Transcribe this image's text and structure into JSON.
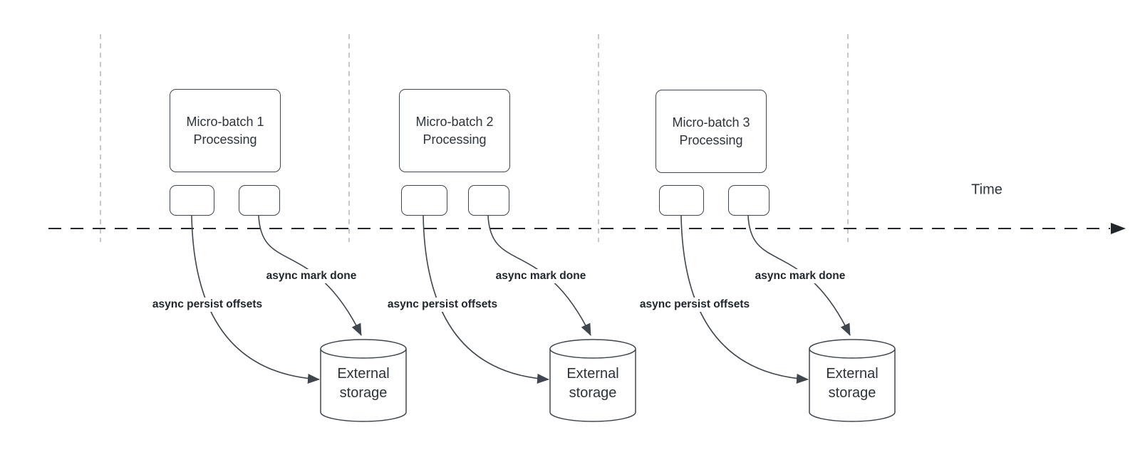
{
  "diagram": {
    "time_label": "Time",
    "batches": [
      {
        "title": "Micro-batch 1 Processing",
        "persist_label": "async persist offsets",
        "done_label": "async mark done",
        "storage_label": "External storage"
      },
      {
        "title": "Micro-batch 2 Processing",
        "persist_label": "async persist offsets",
        "done_label": "async mark done",
        "storage_label": "External storage"
      },
      {
        "title": "Micro-batch 3 Processing",
        "persist_label": "async persist offsets",
        "done_label": "async mark done",
        "storage_label": "External storage"
      }
    ],
    "colors": {
      "stroke": "#3f464d",
      "timeline": "#22272c",
      "guide": "#b2b6ba",
      "text": "#2d333a"
    }
  }
}
